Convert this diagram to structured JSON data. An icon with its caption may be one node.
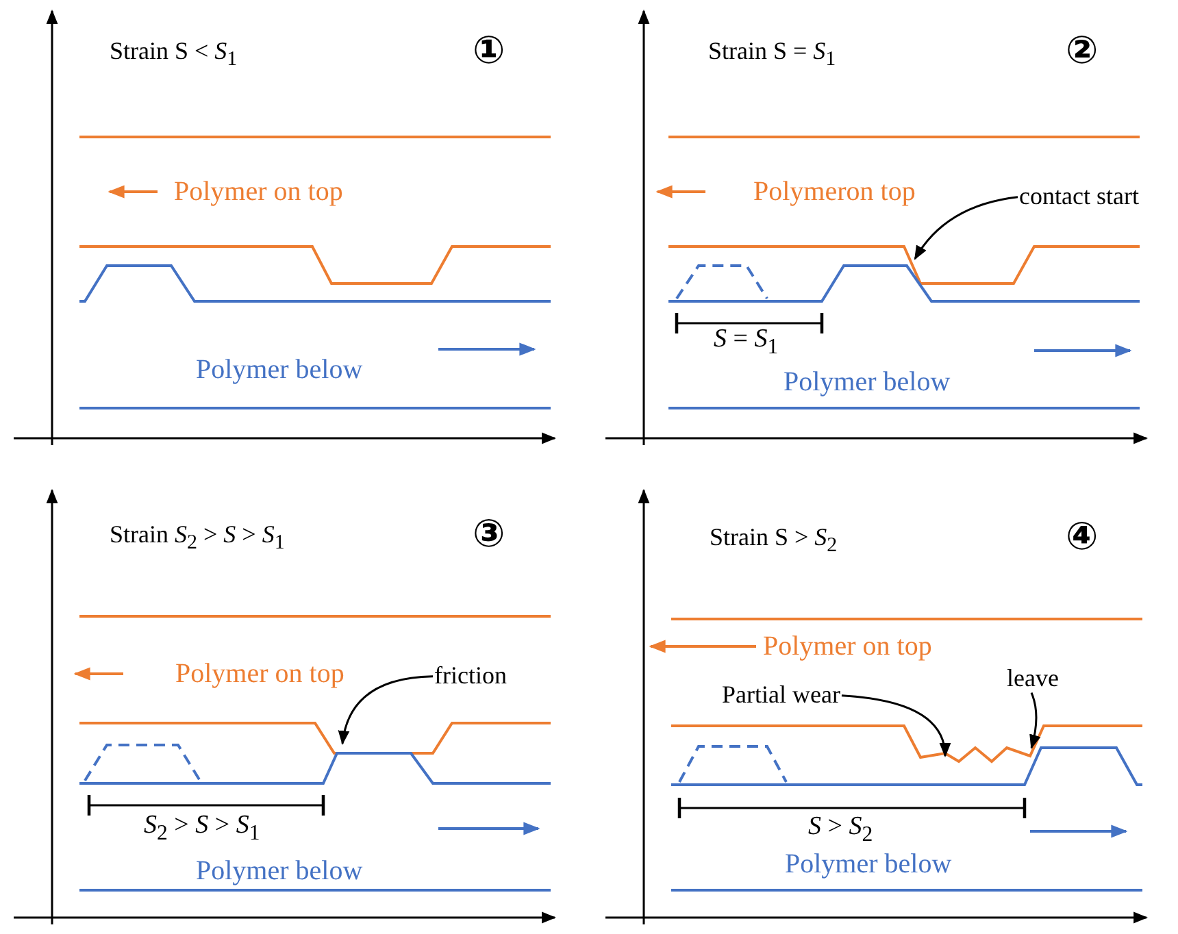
{
  "diagram": {
    "nodes": [
      {
        "text": [
          "contact start"
        ]
      },
      {
        "text": [
          "friction"
        ]
      },
      {
        "text": [
          "Partial wear"
        ]
      },
      {
        "text": [
          "leave"
        ]
      },
      {
        "text": [],
        "shape": "line"
      },
      {
        "text": [],
        "shape": "line"
      },
      {
        "text": [],
        "shape": "line"
      },
      {
        "text": [],
        "shape": "line"
      }
    ],
    "edges": [
      {
        "from": 0,
        "to": 4,
        "arrow": "to"
      },
      {
        "from": 1,
        "to": 5,
        "arrow": "to"
      },
      {
        "from": 2,
        "to": 6,
        "arrow": "to"
      },
      {
        "from": 3,
        "to": 7,
        "arrow": "to"
      }
    ],
    "labels": [
      "Strain S < *S*$_{1}$",
      "①",
      "Polymer on top",
      "Polymer below",
      "Strain S = *S*$_{1}$",
      "②",
      "Polymeron top",
      "*S* = *S*$_{1}$",
      "Polymer below",
      "Strain *S*$_{2}$ > *S* > *S*$_{1}$",
      "③",
      "Polymer on top",
      "*S*$_{2}$ > *S* > *S*$_{1}$",
      "Polymer below",
      "Strain S > *S*$_{2}$",
      "④",
      "Polymer on top",
      "*S* > *S*$_{2}$",
      "Polymer below"
    ]
  }
}
